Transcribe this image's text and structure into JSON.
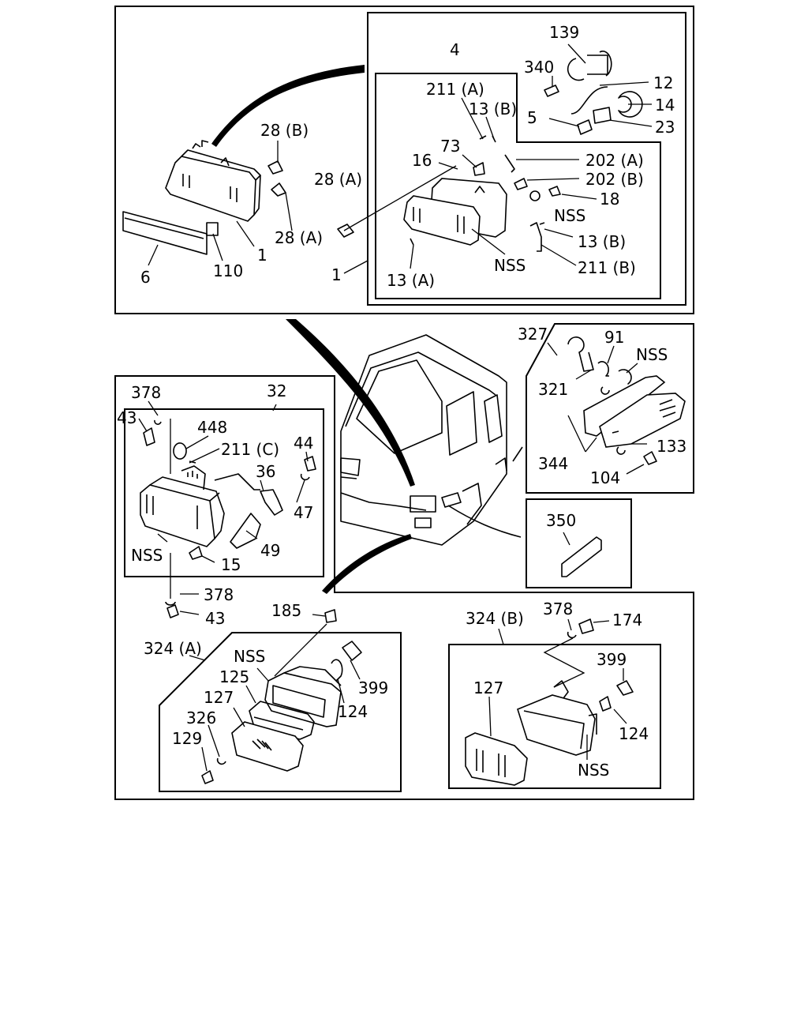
{
  "labels": {
    "l139": "139",
    "l4": "4",
    "l340": "340",
    "l12": "12",
    "l211a": "211 (A)",
    "l14": "14",
    "l13b_top": "13 (B)",
    "l5": "5",
    "l23": "23",
    "l73": "73",
    "l28b": "28 (B)",
    "l16": "16",
    "l202a": "202 (A)",
    "l28a_mid": "28 (A)",
    "l202b": "202 (B)",
    "l18": "18",
    "l nss_top": "NSS",
    "l28a_low": "28 (A)",
    "l13b_mid": "13 (B)",
    "l1_a": "1",
    "l6": "6",
    "l110": "110",
    "l1_b": "1",
    "l nss_mid": "NSS",
    "l211b": "211 (B)",
    "l13a": "13 (A)",
    "l327": "327",
    "l91": "91",
    "l nss_right": "NSS",
    "l321": "321",
    "l133": "133",
    "l344": "344",
    "l104": "104",
    "l350": "350",
    "l378_a": "378",
    "l32": "32",
    "l43_a": "43",
    "l448": "448",
    "l211c": "211 (C)",
    "l44": "44",
    "l36": "36",
    "l47": "47",
    "l49": "49",
    "l nss_left": "NSS",
    "l15": "15",
    "l378_b": "378",
    "l43_b": "43",
    "l185": "185",
    "l324a": "324 (A)",
    "l nss_324a": "NSS",
    "l399_a": "399",
    "l125": "125",
    "l127_a": "127",
    "l124_a": "124",
    "l326": "326",
    "l129": "129",
    "l324b": "324 (B)",
    "l378_c": "378",
    "l174": "174",
    "l399_b": "399",
    "l127_b": "127",
    "l124_b": "124",
    "l nss_324b": "NSS"
  },
  "icons": {
    "headlamp": "headlamp-assembly-icon",
    "cab": "truck-cab-icon",
    "fog_lamp": "fog-lamp-icon",
    "side_lamp": "side-turn-lamp-icon"
  }
}
